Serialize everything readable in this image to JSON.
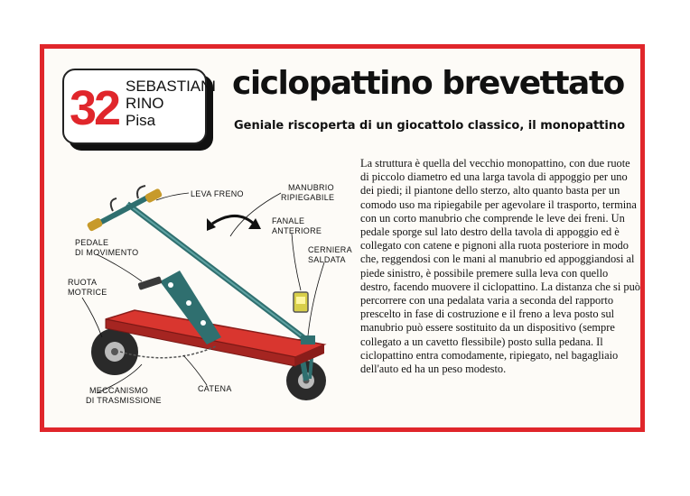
{
  "badge": {
    "number": "32",
    "name_line1": "SEBASTIANI",
    "name_line2": "RINO",
    "city": "Pisa"
  },
  "title": "ciclopattino brevettato",
  "subtitle": "Geniale riscoperta di un giocattolo classico, il monopattino",
  "description": "La struttura è quella del vecchio monopattino, con due ruote di piccolo diametro ed una larga tavola di appoggio per uno dei piedi; il piantone dello sterzo, alto quanto basta per un comodo uso ma ripiegabile per agevolare il trasporto, termina con un corto manubrio che comprende le leve dei freni. Un pedale sporge sul lato destro della tavola di appoggio ed è collegato con catene e pignoni alla ruota posteriore in modo che, reggendosi con le mani al manubrio ed appoggiandosi al piede sinistro, è possibile premere sulla leva con quello destro, facendo muovere il ciclopattino. La distanza che si può percorrere con una pedalata varia a seconda del rapporto prescelto in fase di costruzione e il freno a leva posto sul manubrio può essere sostituito da un dispositivo (sempre collegato a un cavetto flessibile) posto sulla pedana. Il ciclopattino entra comodamente, ripiegato, nel bagagliaio dell'auto ed ha un peso modesto.",
  "labels": {
    "leva_freno": "LEVA FRENO",
    "manubrio_1": "MANUBRIO",
    "manubrio_2": "RIPIEGABILE",
    "fanale_1": "FANALE",
    "fanale_2": "ANTERIORE",
    "pedale_1": "PEDALE",
    "pedale_2": "DI MOVIMENTO",
    "cerniera_1": "CERNIERA",
    "cerniera_2": "SALDATA",
    "ruota_1": "RUOTA",
    "ruota_2": "MOTRICE",
    "meccanismo_1": "MECCANISMO",
    "meccanismo_2": "DI TRASMISSIONE",
    "catena": "CATENA"
  },
  "colors": {
    "border": "#e0262b",
    "deck": "#d9362f",
    "frame": "#2f6f6f"
  }
}
